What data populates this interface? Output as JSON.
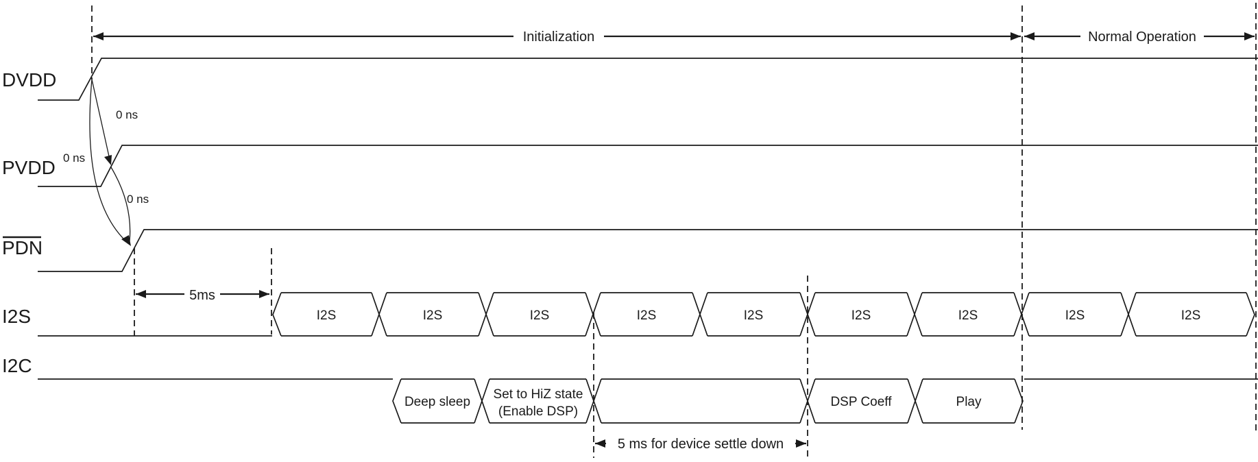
{
  "colors": {
    "line": "#1a1a1a",
    "background": "#ffffff"
  },
  "signals": [
    {
      "id": "dvdd",
      "label": "DVDD"
    },
    {
      "id": "pvdd",
      "label": "PVDD"
    },
    {
      "id": "pdn",
      "label": "PDN",
      "overline": true
    },
    {
      "id": "i2s",
      "label": "I2S"
    },
    {
      "id": "i2c",
      "label": "I2C"
    }
  ],
  "regions": {
    "initialization": "Initialization",
    "normal_operation": "Normal Operation"
  },
  "timing_annotations": {
    "dvdd_to_pvdd": "0 ns",
    "dvdd_to_pdn": "0 ns",
    "pvdd_to_pdn": "0 ns",
    "pdn_to_i2s": "5ms",
    "settle": "5 ms for device settle down"
  },
  "i2s_bus": {
    "packets": [
      {
        "label": "I2S"
      },
      {
        "label": "I2S"
      },
      {
        "label": "I2S"
      },
      {
        "label": "I2S"
      },
      {
        "label": "I2S"
      },
      {
        "label": "I2S"
      },
      {
        "label": "I2S"
      },
      {
        "label": "I2S"
      },
      {
        "label": "I2S"
      }
    ]
  },
  "i2c_bus": {
    "packets": [
      {
        "label": "Deep sleep"
      },
      {
        "label": "Set to HiZ state",
        "label2": "(Enable DSP)"
      },
      {
        "label": ""
      },
      {
        "label": "DSP Coeff"
      },
      {
        "label": "Play"
      }
    ]
  }
}
